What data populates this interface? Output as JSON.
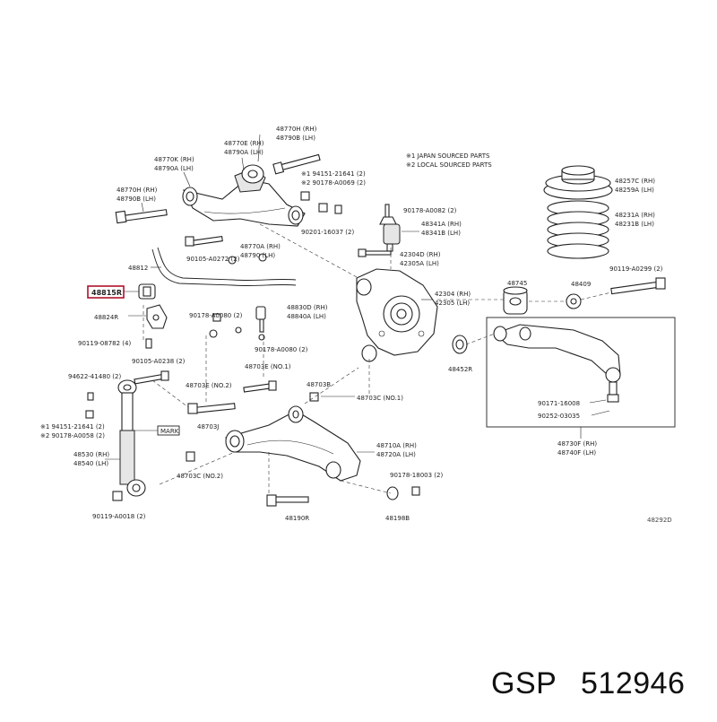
{
  "notes": {
    "line1": "※1 JAPAN SOURCED PARTS",
    "line2": "※2 LOCAL SOURCED PARTS"
  },
  "labels": {
    "l48770H": "48770H (RH)",
    "l48790B": "48790B (LH)",
    "l48770E": "48770E (RH)",
    "l48790A_a": "48790A (LH)",
    "l48770K": "48770K (RH)",
    "l48790A_b": "48790A (LH)",
    "l48770H2": "48770H (RH)",
    "l48790B2": "48790B (LH)",
    "l94151_a": "※1 94151-21641 (2)",
    "l90178_a": "※2 90178-A0069 (2)",
    "l90201": "90201-16037 (2)",
    "l90105_a": "90105-A0272 (2)",
    "l48770A": "48770A (RH)",
    "l48790": "48790 (LH)",
    "l90178_b": "90178-A0082 (2)",
    "l48341A": "48341A (RH)",
    "l48341B": "48341B (LH)",
    "l42304D": "42304D (RH)",
    "l42305A": "42305A (LH)",
    "l48257C": "48257C (RH)",
    "l48259A": "48259A (LH)",
    "l48231A": "48231A (RH)",
    "l48231B": "48231B (LH)",
    "l48812": "48812",
    "l48815R": "48815R",
    "l48824R": "48824R",
    "l90119_a": "90119-08782 (4)",
    "l90178_c": "90178-A0080 (2)",
    "l48830D": "48830D (RH)",
    "l48840A": "48840A (LH)",
    "l90178_d": "90178-A0080 (2)",
    "l42304": "42304 (RH)",
    "l42305": "42305 (LH)",
    "l48745": "48745",
    "l48409": "48409",
    "l90119_b": "90119-A0299 (2)",
    "l48452R": "48452R",
    "l90105_b": "90105-A0238 (2)",
    "l94622": "94622-41480 (2)",
    "l48703E_1": "48703E (NO.1)",
    "l48703E_2": "48703E (NO.2)",
    "l48703B": "48703B",
    "l48703C_1": "48703C (NO.1)",
    "l94151_b": "※1 94151-21641 (2)",
    "l90178_e": "※2 90178-A0058 (2)",
    "mark": "MARK",
    "l48703J": "48703J",
    "l48530": "48530 (RH)",
    "l48540": "48540 (LH)",
    "l48710A": "48710A (RH)",
    "l48720A": "48720A (LH)",
    "l48703C_2": "48703C (NO.2)",
    "l90178_f": "90178-18003 (2)",
    "l90171": "90171-16008",
    "l90252": "90252-03035",
    "l48730F": "48730F (RH)",
    "l48740F": "48740F (LH)",
    "l90119_c": "90119-A0018 (2)",
    "l48190R": "48190R",
    "l48198B": "48198B",
    "diagram_code": "48292D"
  },
  "brand": "GSP",
  "part_number": "512946"
}
